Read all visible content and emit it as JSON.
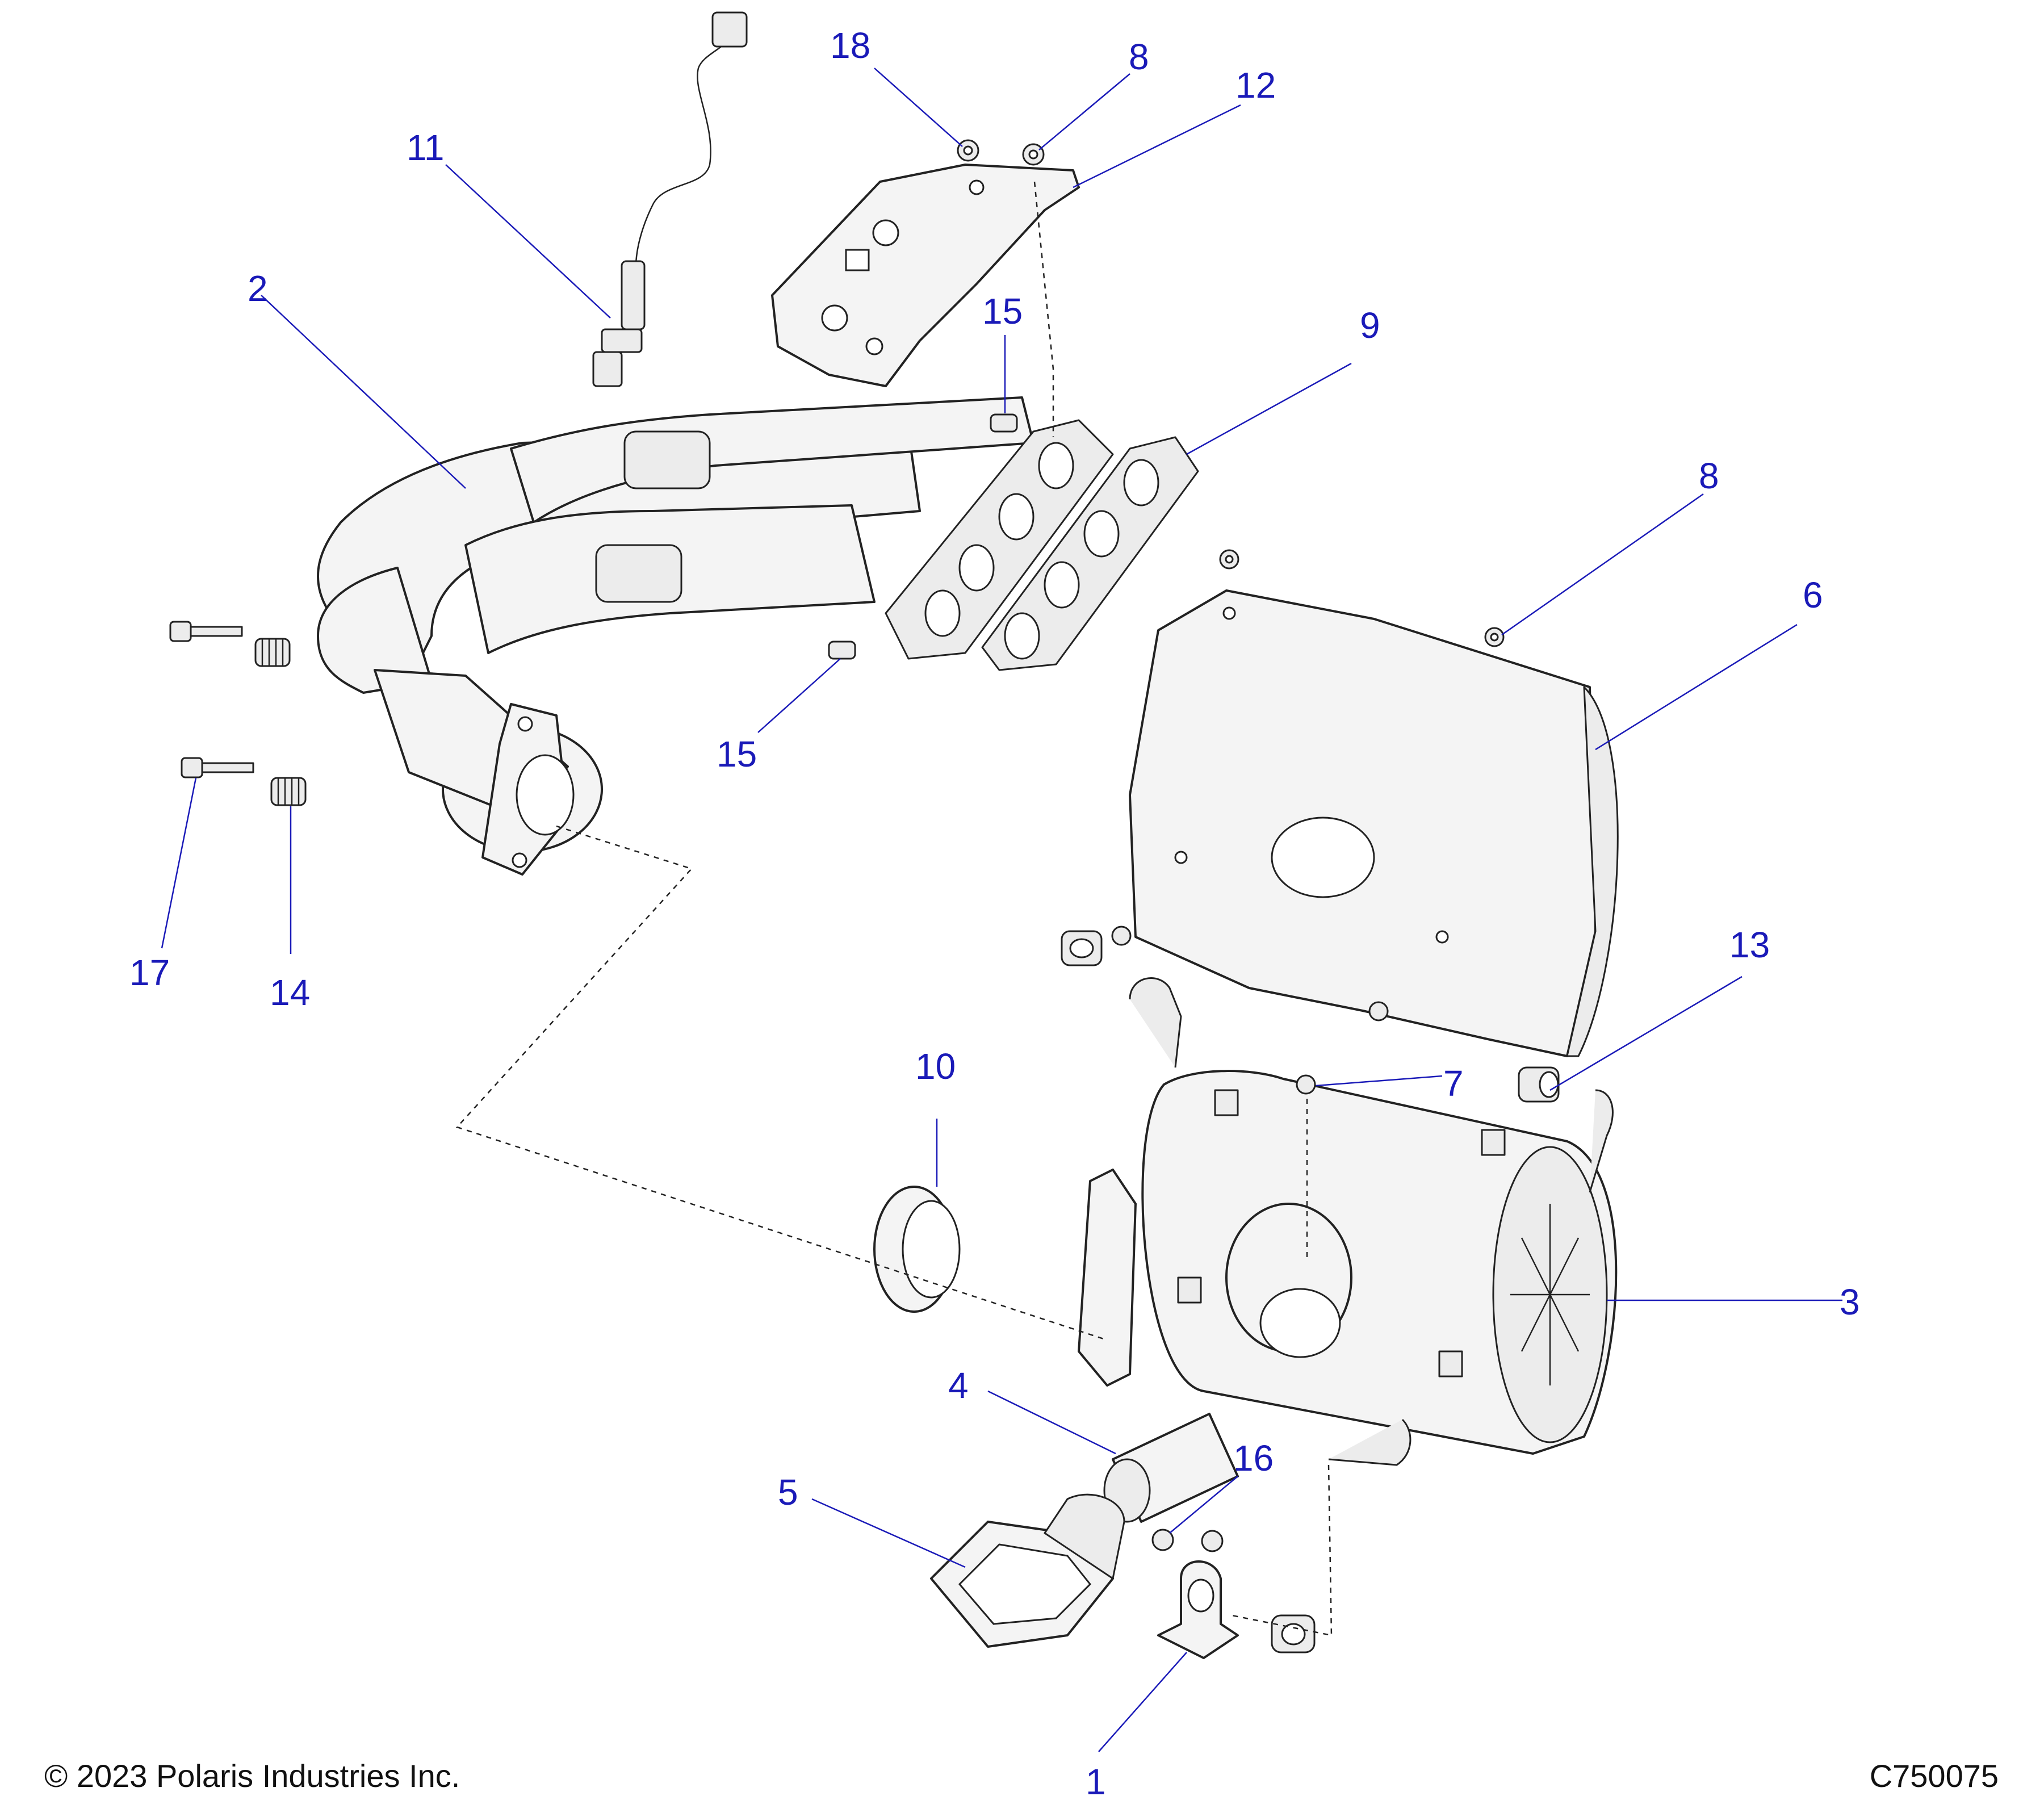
{
  "footer": {
    "copyright": "© 2023 Polaris Industries Inc.",
    "figure_id": "C750075"
  },
  "callouts": {
    "c1": "1",
    "c2": "2",
    "c3": "3",
    "c4": "4",
    "c5": "5",
    "c6": "6",
    "c7": "7",
    "c8a": "8",
    "c8b": "8",
    "c9": "9",
    "c10": "10",
    "c11": "11",
    "c12": "12",
    "c13": "13",
    "c14": "14",
    "c15a": "15",
    "c15b": "15",
    "c16": "16",
    "c17": "17",
    "c18": "18"
  },
  "colors": {
    "callout": "#1a1ab8",
    "linework": "#222222"
  }
}
